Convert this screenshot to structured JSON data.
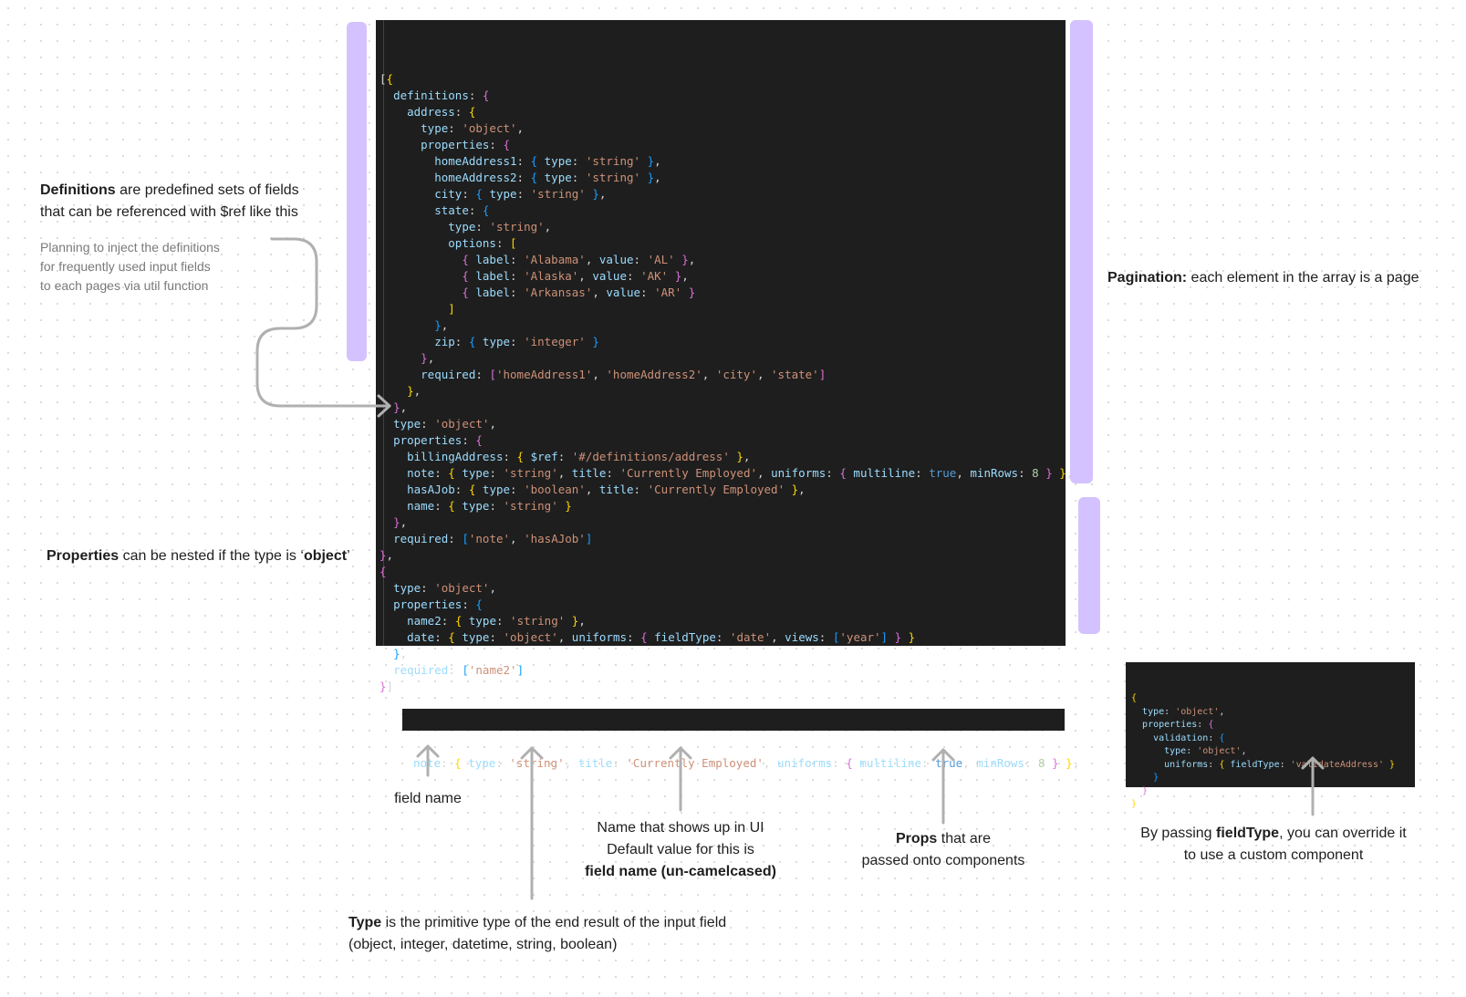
{
  "main_code": [
    [
      [
        "p",
        "["
      ],
      [
        "y",
        "{"
      ]
    ],
    [
      [
        "p",
        "  "
      ],
      [
        "k",
        "definitions"
      ],
      [
        "p",
        ": "
      ],
      [
        "m",
        "{"
      ]
    ],
    [
      [
        "p",
        "    "
      ],
      [
        "k",
        "address"
      ],
      [
        "p",
        ": "
      ],
      [
        "y",
        "{"
      ]
    ],
    [
      [
        "p",
        "      "
      ],
      [
        "k",
        "type"
      ],
      [
        "p",
        ": "
      ],
      [
        "s",
        "'object'"
      ],
      [
        "p",
        ","
      ]
    ],
    [
      [
        "p",
        "      "
      ],
      [
        "k",
        "properties"
      ],
      [
        "p",
        ": "
      ],
      [
        "m",
        "{"
      ]
    ],
    [
      [
        "p",
        "        "
      ],
      [
        "k",
        "homeAddress1"
      ],
      [
        "p",
        ": "
      ],
      [
        "c",
        "{"
      ],
      [
        "p",
        " "
      ],
      [
        "k",
        "type"
      ],
      [
        "p",
        ": "
      ],
      [
        "s",
        "'string'"
      ],
      [
        "p",
        " "
      ],
      [
        "c",
        "}"
      ],
      [
        "p",
        ","
      ]
    ],
    [
      [
        "p",
        "        "
      ],
      [
        "k",
        "homeAddress2"
      ],
      [
        "p",
        ": "
      ],
      [
        "c",
        "{"
      ],
      [
        "p",
        " "
      ],
      [
        "k",
        "type"
      ],
      [
        "p",
        ": "
      ],
      [
        "s",
        "'string'"
      ],
      [
        "p",
        " "
      ],
      [
        "c",
        "}"
      ],
      [
        "p",
        ","
      ]
    ],
    [
      [
        "p",
        "        "
      ],
      [
        "k",
        "city"
      ],
      [
        "p",
        ": "
      ],
      [
        "c",
        "{"
      ],
      [
        "p",
        " "
      ],
      [
        "k",
        "type"
      ],
      [
        "p",
        ": "
      ],
      [
        "s",
        "'string'"
      ],
      [
        "p",
        " "
      ],
      [
        "c",
        "}"
      ],
      [
        "p",
        ","
      ]
    ],
    [
      [
        "p",
        "        "
      ],
      [
        "k",
        "state"
      ],
      [
        "p",
        ": "
      ],
      [
        "c",
        "{"
      ]
    ],
    [
      [
        "p",
        "          "
      ],
      [
        "k",
        "type"
      ],
      [
        "p",
        ": "
      ],
      [
        "s",
        "'string'"
      ],
      [
        "p",
        ","
      ]
    ],
    [
      [
        "p",
        "          "
      ],
      [
        "k",
        "options"
      ],
      [
        "p",
        ": "
      ],
      [
        "y",
        "["
      ]
    ],
    [
      [
        "p",
        "            "
      ],
      [
        "m",
        "{"
      ],
      [
        "p",
        " "
      ],
      [
        "k",
        "label"
      ],
      [
        "p",
        ": "
      ],
      [
        "s",
        "'Alabama'"
      ],
      [
        "p",
        ", "
      ],
      [
        "k",
        "value"
      ],
      [
        "p",
        ": "
      ],
      [
        "s",
        "'AL'"
      ],
      [
        "p",
        " "
      ],
      [
        "m",
        "}"
      ],
      [
        "p",
        ","
      ]
    ],
    [
      [
        "p",
        "            "
      ],
      [
        "m",
        "{"
      ],
      [
        "p",
        " "
      ],
      [
        "k",
        "label"
      ],
      [
        "p",
        ": "
      ],
      [
        "s",
        "'Alaska'"
      ],
      [
        "p",
        ", "
      ],
      [
        "k",
        "value"
      ],
      [
        "p",
        ": "
      ],
      [
        "s",
        "'AK'"
      ],
      [
        "p",
        " "
      ],
      [
        "m",
        "}"
      ],
      [
        "p",
        ","
      ]
    ],
    [
      [
        "p",
        "            "
      ],
      [
        "m",
        "{"
      ],
      [
        "p",
        " "
      ],
      [
        "k",
        "label"
      ],
      [
        "p",
        ": "
      ],
      [
        "s",
        "'Arkansas'"
      ],
      [
        "p",
        ", "
      ],
      [
        "k",
        "value"
      ],
      [
        "p",
        ": "
      ],
      [
        "s",
        "'AR'"
      ],
      [
        "p",
        " "
      ],
      [
        "m",
        "}"
      ]
    ],
    [
      [
        "p",
        "          "
      ],
      [
        "y",
        "]"
      ]
    ],
    [
      [
        "p",
        "        "
      ],
      [
        "c",
        "}"
      ],
      [
        "p",
        ","
      ]
    ],
    [
      [
        "p",
        "        "
      ],
      [
        "k",
        "zip"
      ],
      [
        "p",
        ": "
      ],
      [
        "c",
        "{"
      ],
      [
        "p",
        " "
      ],
      [
        "k",
        "type"
      ],
      [
        "p",
        ": "
      ],
      [
        "s",
        "'integer'"
      ],
      [
        "p",
        " "
      ],
      [
        "c",
        "}"
      ]
    ],
    [
      [
        "p",
        "      "
      ],
      [
        "m",
        "}"
      ],
      [
        "p",
        ","
      ]
    ],
    [
      [
        "p",
        "      "
      ],
      [
        "k",
        "required"
      ],
      [
        "p",
        ": "
      ],
      [
        "m",
        "["
      ],
      [
        "s",
        "'homeAddress1'"
      ],
      [
        "p",
        ", "
      ],
      [
        "s",
        "'homeAddress2'"
      ],
      [
        "p",
        ", "
      ],
      [
        "s",
        "'city'"
      ],
      [
        "p",
        ", "
      ],
      [
        "s",
        "'state'"
      ],
      [
        "m",
        "]"
      ]
    ],
    [
      [
        "p",
        "    "
      ],
      [
        "y",
        "}"
      ],
      [
        "p",
        ","
      ]
    ],
    [
      [
        "p",
        "  "
      ],
      [
        "m",
        "}"
      ],
      [
        "p",
        ","
      ]
    ],
    [
      [
        "p",
        "  "
      ],
      [
        "k",
        "type"
      ],
      [
        "p",
        ": "
      ],
      [
        "s",
        "'object'"
      ],
      [
        "p",
        ","
      ]
    ],
    [
      [
        "p",
        "  "
      ],
      [
        "k",
        "properties"
      ],
      [
        "p",
        ": "
      ],
      [
        "m",
        "{"
      ]
    ],
    [
      [
        "p",
        "    "
      ],
      [
        "k",
        "billingAddress"
      ],
      [
        "p",
        ": "
      ],
      [
        "y",
        "{"
      ],
      [
        "p",
        " "
      ],
      [
        "k",
        "$ref"
      ],
      [
        "p",
        ": "
      ],
      [
        "s",
        "'#/definitions/address'"
      ],
      [
        "p",
        " "
      ],
      [
        "y",
        "}"
      ],
      [
        "p",
        ","
      ]
    ],
    [
      [
        "p",
        "    "
      ],
      [
        "k",
        "note"
      ],
      [
        "p",
        ": "
      ],
      [
        "y",
        "{"
      ],
      [
        "p",
        " "
      ],
      [
        "k",
        "type"
      ],
      [
        "p",
        ": "
      ],
      [
        "s",
        "'string'"
      ],
      [
        "p",
        ", "
      ],
      [
        "k",
        "title"
      ],
      [
        "p",
        ": "
      ],
      [
        "s",
        "'Currently Employed'"
      ],
      [
        "p",
        ", "
      ],
      [
        "k",
        "uniforms"
      ],
      [
        "p",
        ": "
      ],
      [
        "m",
        "{"
      ],
      [
        "p",
        " "
      ],
      [
        "k",
        "multiline"
      ],
      [
        "p",
        ": "
      ],
      [
        "b",
        "true"
      ],
      [
        "p",
        ", "
      ],
      [
        "k",
        "minRows"
      ],
      [
        "p",
        ": "
      ],
      [
        "n",
        "8"
      ],
      [
        "p",
        " "
      ],
      [
        "m",
        "}"
      ],
      [
        "p",
        " "
      ],
      [
        "y",
        "}"
      ],
      [
        "p",
        ","
      ]
    ],
    [
      [
        "p",
        "    "
      ],
      [
        "k",
        "hasAJob"
      ],
      [
        "p",
        ": "
      ],
      [
        "y",
        "{"
      ],
      [
        "p",
        " "
      ],
      [
        "k",
        "type"
      ],
      [
        "p",
        ": "
      ],
      [
        "s",
        "'boolean'"
      ],
      [
        "p",
        ", "
      ],
      [
        "k",
        "title"
      ],
      [
        "p",
        ": "
      ],
      [
        "s",
        "'Currently Employed'"
      ],
      [
        "p",
        " "
      ],
      [
        "y",
        "}"
      ],
      [
        "p",
        ","
      ]
    ],
    [
      [
        "p",
        "    "
      ],
      [
        "k",
        "name"
      ],
      [
        "p",
        ": "
      ],
      [
        "y",
        "{"
      ],
      [
        "p",
        " "
      ],
      [
        "k",
        "type"
      ],
      [
        "p",
        ": "
      ],
      [
        "s",
        "'string'"
      ],
      [
        "p",
        " "
      ],
      [
        "y",
        "}"
      ]
    ],
    [
      [
        "p",
        "  "
      ],
      [
        "m",
        "}"
      ],
      [
        "p",
        ","
      ]
    ],
    [
      [
        "p",
        "  "
      ],
      [
        "k",
        "required"
      ],
      [
        "p",
        ": "
      ],
      [
        "c",
        "["
      ],
      [
        "s",
        "'note'"
      ],
      [
        "p",
        ", "
      ],
      [
        "s",
        "'hasAJob'"
      ],
      [
        "c",
        "]"
      ]
    ],
    [
      [
        "m",
        "}"
      ],
      [
        "p",
        ","
      ]
    ],
    [
      [
        "m",
        "{"
      ]
    ],
    [
      [
        "p",
        "  "
      ],
      [
        "k",
        "type"
      ],
      [
        "p",
        ": "
      ],
      [
        "s",
        "'object'"
      ],
      [
        "p",
        ","
      ]
    ],
    [
      [
        "p",
        "  "
      ],
      [
        "k",
        "properties"
      ],
      [
        "p",
        ": "
      ],
      [
        "c",
        "{"
      ]
    ],
    [
      [
        "p",
        "    "
      ],
      [
        "k",
        "name2"
      ],
      [
        "p",
        ": "
      ],
      [
        "y",
        "{"
      ],
      [
        "p",
        " "
      ],
      [
        "k",
        "type"
      ],
      [
        "p",
        ": "
      ],
      [
        "s",
        "'string'"
      ],
      [
        "p",
        " "
      ],
      [
        "y",
        "}"
      ],
      [
        "p",
        ","
      ]
    ],
    [
      [
        "p",
        "    "
      ],
      [
        "k",
        "date"
      ],
      [
        "p",
        ": "
      ],
      [
        "y",
        "{"
      ],
      [
        "p",
        " "
      ],
      [
        "k",
        "type"
      ],
      [
        "p",
        ": "
      ],
      [
        "s",
        "'object'"
      ],
      [
        "p",
        ", "
      ],
      [
        "k",
        "uniforms"
      ],
      [
        "p",
        ": "
      ],
      [
        "m",
        "{"
      ],
      [
        "p",
        " "
      ],
      [
        "k",
        "fieldType"
      ],
      [
        "p",
        ": "
      ],
      [
        "s",
        "'date'"
      ],
      [
        "p",
        ", "
      ],
      [
        "k",
        "views"
      ],
      [
        "p",
        ": "
      ],
      [
        "c",
        "["
      ],
      [
        "s",
        "'year'"
      ],
      [
        "c",
        "]"
      ],
      [
        "p",
        " "
      ],
      [
        "m",
        "}"
      ],
      [
        "p",
        " "
      ],
      [
        "y",
        "}"
      ]
    ],
    [
      [
        "p",
        "  "
      ],
      [
        "c",
        "}"
      ],
      [
        "p",
        ","
      ]
    ],
    [
      [
        "p",
        "  "
      ],
      [
        "k",
        "required"
      ],
      [
        "p",
        ": "
      ],
      [
        "c",
        "["
      ],
      [
        "s",
        "'name2'"
      ],
      [
        "c",
        "]"
      ]
    ],
    [
      [
        "m",
        "}"
      ],
      [
        "p",
        "]"
      ]
    ]
  ],
  "snippet_code": [
    [
      [
        "k",
        "note"
      ],
      [
        "p",
        ": "
      ],
      [
        "y",
        "{"
      ],
      [
        "p",
        " "
      ],
      [
        "k",
        "type"
      ],
      [
        "p",
        ": "
      ],
      [
        "s",
        "'string'"
      ],
      [
        "p",
        ", "
      ],
      [
        "k",
        "title"
      ],
      [
        "p",
        ": "
      ],
      [
        "s",
        "'Currently Employed'"
      ],
      [
        "p",
        ", "
      ],
      [
        "k",
        "uniforms"
      ],
      [
        "p",
        ": "
      ],
      [
        "m",
        "{"
      ],
      [
        "p",
        " "
      ],
      [
        "k",
        "multiline"
      ],
      [
        "p",
        ": "
      ],
      [
        "b",
        "true"
      ],
      [
        "p",
        ", "
      ],
      [
        "k",
        "minRows"
      ],
      [
        "p",
        ": "
      ],
      [
        "n",
        "8"
      ],
      [
        "p",
        " "
      ],
      [
        "m",
        "}"
      ],
      [
        "p",
        " "
      ],
      [
        "y",
        "}"
      ],
      [
        "p",
        ","
      ]
    ]
  ],
  "side_code": [
    [
      [
        "y",
        "{"
      ]
    ],
    [
      [
        "p",
        "  "
      ],
      [
        "k",
        "type"
      ],
      [
        "p",
        ": "
      ],
      [
        "s",
        "'object'"
      ],
      [
        "p",
        ","
      ]
    ],
    [
      [
        "p",
        "  "
      ],
      [
        "k",
        "properties"
      ],
      [
        "p",
        ": "
      ],
      [
        "m",
        "{"
      ]
    ],
    [
      [
        "p",
        "    "
      ],
      [
        "k",
        "validation"
      ],
      [
        "p",
        ": "
      ],
      [
        "c",
        "{"
      ]
    ],
    [
      [
        "p",
        "      "
      ],
      [
        "k",
        "type"
      ],
      [
        "p",
        ": "
      ],
      [
        "s",
        "'object'"
      ],
      [
        "p",
        ","
      ]
    ],
    [
      [
        "p",
        "      "
      ],
      [
        "k",
        "uniforms"
      ],
      [
        "p",
        ": "
      ],
      [
        "y",
        "{"
      ],
      [
        "p",
        " "
      ],
      [
        "k",
        "fieldType"
      ],
      [
        "p",
        ": "
      ],
      [
        "s",
        "'validateAddress'"
      ],
      [
        "p",
        " "
      ],
      [
        "y",
        "}"
      ]
    ],
    [
      [
        "p",
        "    "
      ],
      [
        "c",
        "}"
      ]
    ],
    [
      [
        "p",
        "  "
      ],
      [
        "m",
        "}"
      ]
    ],
    [
      [
        "y",
        "}"
      ]
    ]
  ],
  "annotations": {
    "definitions": {
      "bold": "Definitions",
      "rest1": " are predefined sets of fields",
      "line2": "that can be referenced with $ref like this"
    },
    "planning": {
      "line1": "Planning to inject the definitions",
      "line2": "for frequently used input fields",
      "line3": "to each pages via util function"
    },
    "properties": {
      "bold1": "Properties",
      "mid": " can be nested if the type is ‘",
      "bold2": "object",
      "end": "’"
    },
    "pagination": {
      "bold": "Pagination:",
      "rest": " each element in the array is a page"
    },
    "field_name": "field name",
    "title_note": {
      "line1": "Name that shows up in UI",
      "line2": "Default value for this is",
      "bold": "field name (un-camelcased)"
    },
    "props": {
      "bold": "Props",
      "rest1": " that are",
      "line2": "passed onto components"
    },
    "field_type": {
      "pre": "By passing ",
      "bold": "fieldType",
      "rest": ", you can override it",
      "line2": "to use a custom component"
    },
    "type_note": {
      "bold": "Type",
      "rest": " is the primitive type of the end result of the input field",
      "line2": "(object, integer, datetime, string, boolean)"
    }
  },
  "colors": {
    "bar": "#d3c2ff",
    "arrow": "#b0b0b0",
    "code_bg": "#1e1e1e"
  }
}
